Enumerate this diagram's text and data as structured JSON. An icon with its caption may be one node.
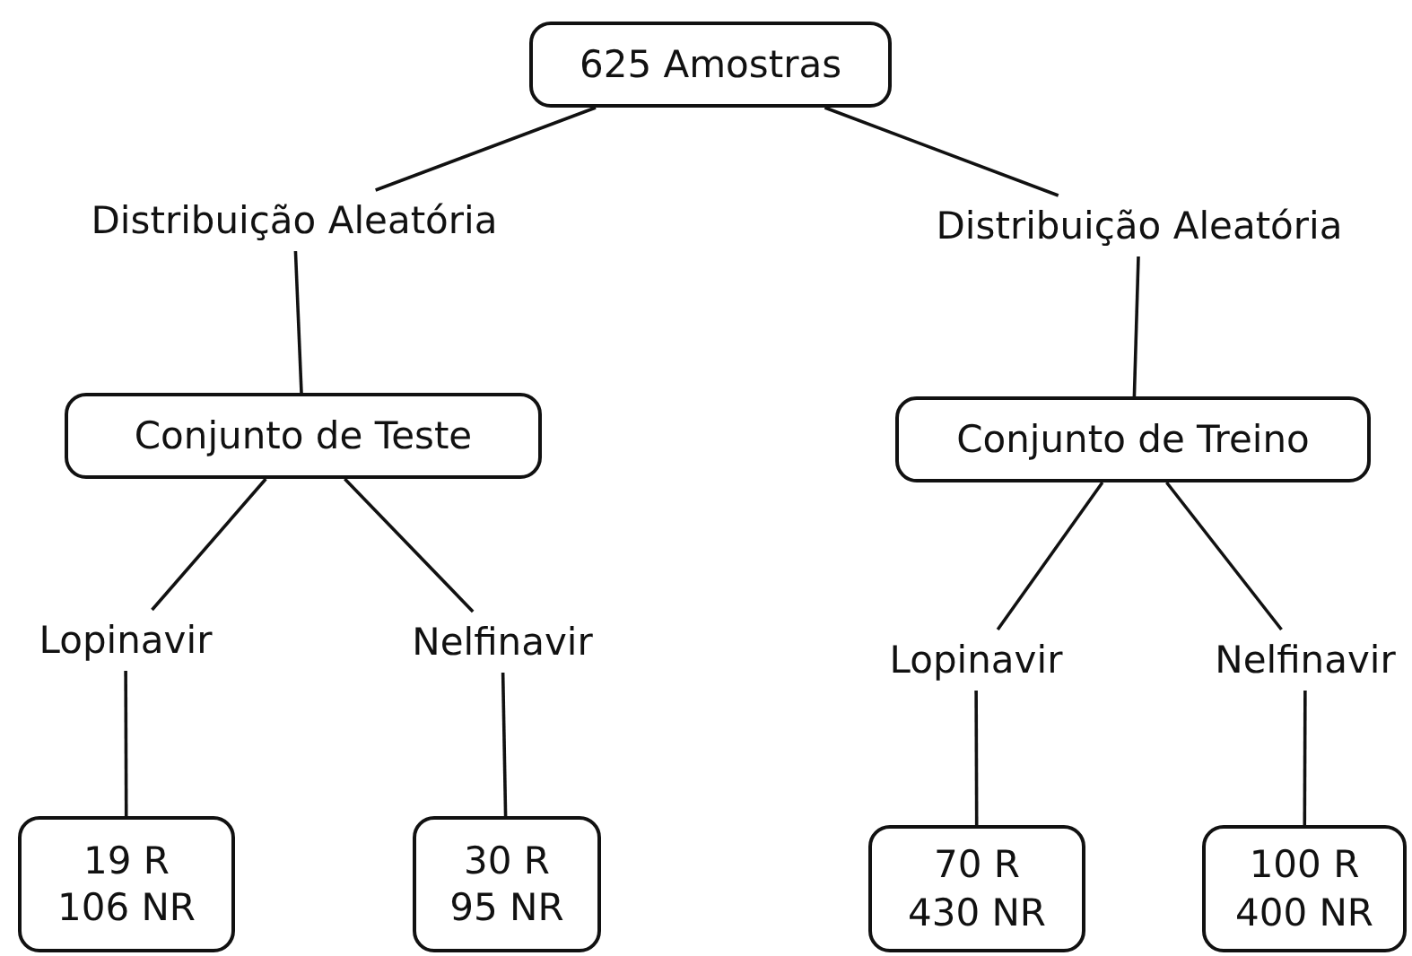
{
  "diagram": {
    "nodes": [
      {
        "text": [
          "625 Amostras"
        ]
      },
      {
        "text": [
          "Distribuição Aleatória"
        ]
      },
      {
        "text": [
          "Distribuição Aleatória"
        ]
      },
      {
        "text": [
          "Conjunto de Teste"
        ]
      },
      {
        "text": [
          "Conjunto de Treino"
        ]
      },
      {
        "text": [
          "Lopinavir"
        ]
      },
      {
        "text": [
          "Nelfinavir"
        ]
      },
      {
        "text": [
          "Lopinavir"
        ]
      },
      {
        "text": [
          "Nelfinavir"
        ]
      },
      {
        "text": [
          "19 R",
          "106 NR"
        ]
      },
      {
        "text": [
          "30 R",
          "95 NR"
        ]
      },
      {
        "text": [
          "70 R",
          "430 NR"
        ]
      },
      {
        "text": [
          "100 R",
          "400 NR"
        ]
      }
    ],
    "edges": [
      {
        "from": 0,
        "to": 1,
        "arrow": "none"
      },
      {
        "from": 0,
        "to": 2,
        "arrow": "none"
      },
      {
        "from": 1,
        "to": 3,
        "arrow": "none"
      },
      {
        "from": 2,
        "to": 4,
        "arrow": "none"
      },
      {
        "from": 3,
        "to": 5,
        "arrow": "none"
      },
      {
        "from": 3,
        "to": 6,
        "arrow": "none"
      },
      {
        "from": 4,
        "to": 7,
        "arrow": "none"
      },
      {
        "from": 4,
        "to": 8,
        "arrow": "none"
      },
      {
        "from": 5,
        "to": 9,
        "arrow": "none"
      },
      {
        "from": 6,
        "to": 10,
        "arrow": "none"
      },
      {
        "from": 7,
        "to": 11,
        "arrow": "none"
      },
      {
        "from": 8,
        "to": 12,
        "arrow": "none"
      }
    ]
  }
}
